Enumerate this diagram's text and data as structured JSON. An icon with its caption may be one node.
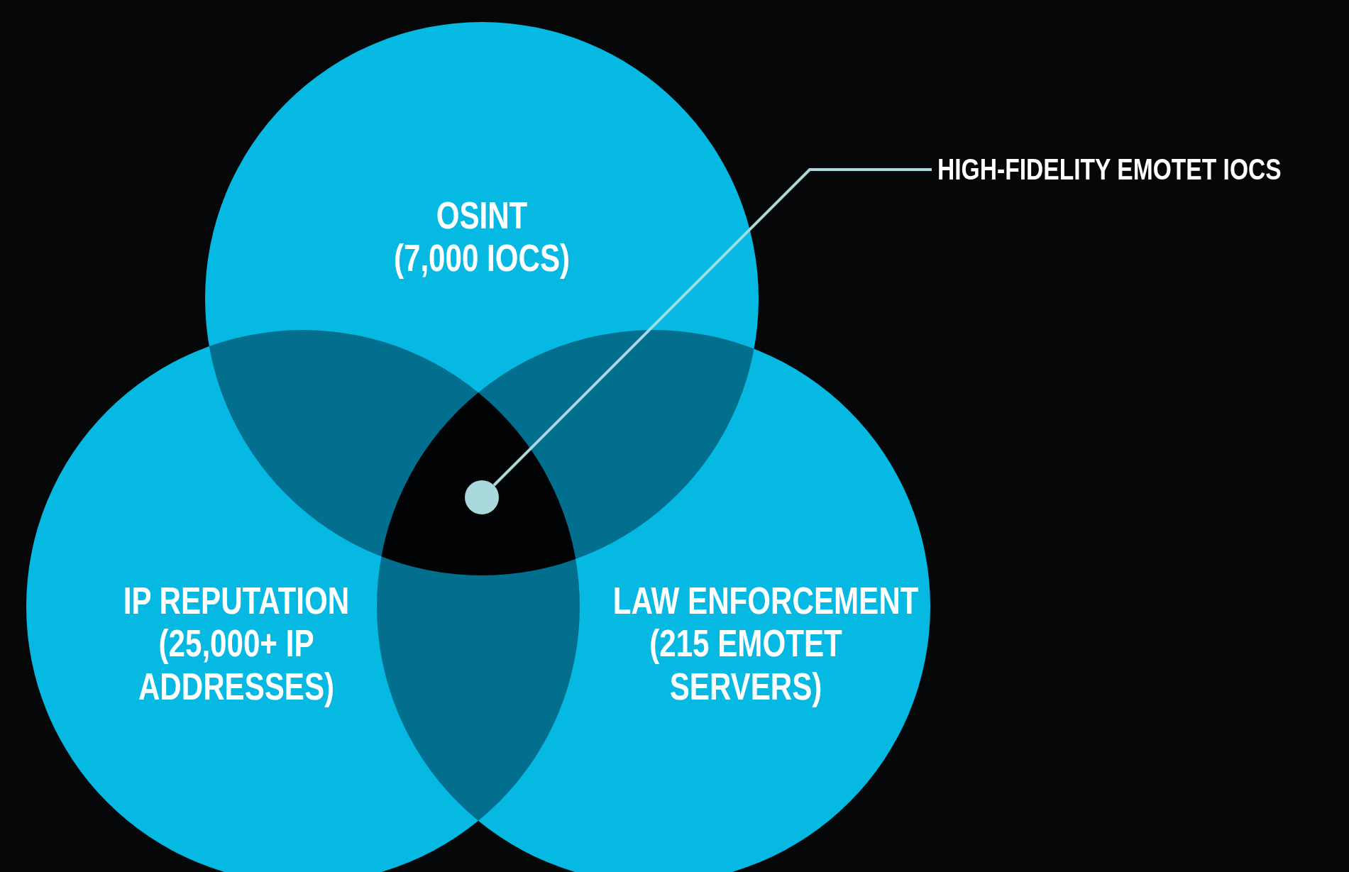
{
  "diagram": {
    "nodes": [
      {
        "text": [
          "OSINT",
          "(7,000 IOCS)"
        ]
      },
      {
        "text": [
          "HIGH-FIDELITY EMOTET IOCS"
        ]
      },
      {
        "text": [],
        "shape": "circle"
      },
      {
        "text": [
          "IP REPUTATION",
          "(25,000+ IP ADDRESSES)"
        ]
      },
      {
        "text": [
          "LAW ENFORCEMENT",
          "(215 EMOTET SERVERS)"
        ]
      }
    ],
    "edges": [
      {
        "from": 1,
        "to": 2,
        "arrow": "none"
      }
    ]
  }
}
